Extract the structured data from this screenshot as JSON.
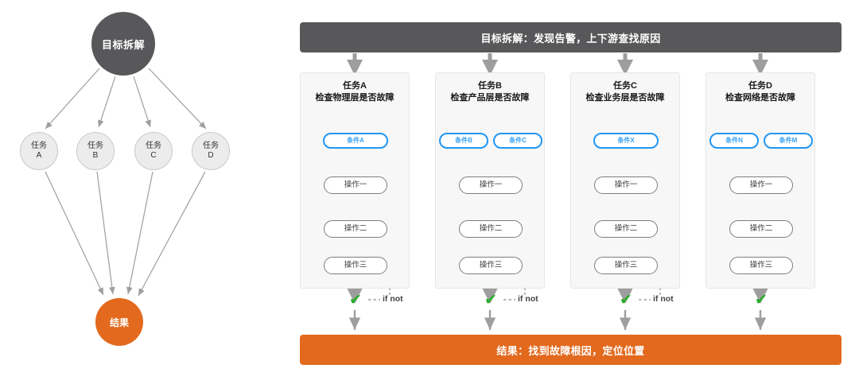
{
  "left_diagram": {
    "goal_node": {
      "label": "目标拆解",
      "color": "#58585a"
    },
    "task_nodes": [
      {
        "line1": "任务",
        "line2": "A"
      },
      {
        "line1": "任务",
        "line2": "B"
      },
      {
        "line1": "任务",
        "line2": "C"
      },
      {
        "line1": "任务",
        "line2": "D"
      }
    ],
    "result_node": {
      "label": "结果",
      "color": "#e2691d"
    }
  },
  "right_flow": {
    "header": {
      "label": "目标拆解：发现告警，上下游查找原因",
      "color": "#58585a"
    },
    "result": {
      "label": "结果：找到故障根因，定位位置",
      "color": "#e2691d"
    },
    "ifnot_label": "if not",
    "check_glyph": "✔",
    "check_color": "#2aab2a",
    "columns": [
      {
        "title_line1": "任务A",
        "title_line2": "检查物理层是否故障",
        "conditions": [
          "条件A"
        ],
        "operations": [
          "操作一",
          "操作二",
          "操作三"
        ]
      },
      {
        "title_line1": "任务B",
        "title_line2": "检查产品层是否故障",
        "conditions": [
          "条件B",
          "条件C"
        ],
        "operations": [
          "操作一",
          "操作二",
          "操作三"
        ]
      },
      {
        "title_line1": "任务C",
        "title_line2": "检查业务层是否故障",
        "conditions": [
          "条件X"
        ],
        "operations": [
          "操作一",
          "操作二",
          "操作三"
        ]
      },
      {
        "title_line1": "任务D",
        "title_line2": "检查网络是否故障",
        "conditions": [
          "条件N",
          "条件M"
        ],
        "operations": [
          "操作一",
          "操作二",
          "操作三"
        ]
      }
    ]
  },
  "colors": {
    "dark_gray": "#58585a",
    "orange": "#e2691d",
    "blue": "#2196f3",
    "arrow_gray": "#9e9e9e",
    "panel_bg": "#f7f7f7"
  }
}
